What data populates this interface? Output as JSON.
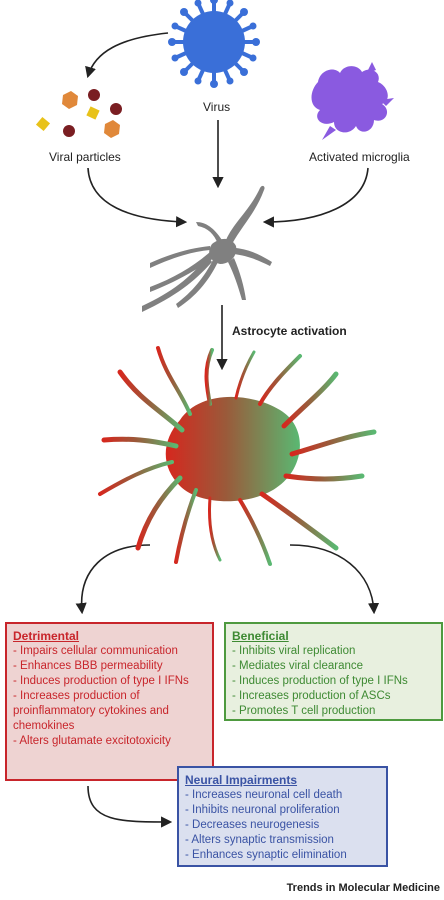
{
  "labels": {
    "virus": "Virus",
    "viral_particles": "Viral particles",
    "activated_microglia": "Activated microglia",
    "astrocyte_activation": "Astrocyte activation"
  },
  "detrimental": {
    "title": "Detrimental",
    "items": [
      "- Impairs cellular communication",
      "- Enhances BBB permeability",
      "- Induces production of type I IFNs",
      "- Increases production of",
      "proinflammatory cytokines and",
      "chemokines",
      "- Alters glutamate excitotoxicity"
    ]
  },
  "beneficial": {
    "title": "Beneficial",
    "items": [
      "- Inhibits viral replication",
      "- Mediates viral clearance",
      "- Induces production of type I IFNs",
      "- Increases production of ASCs",
      "- Promotes T cell production"
    ]
  },
  "neural": {
    "title": "Neural Impairments",
    "items": [
      "- Increases neuronal cell death",
      "- Inhibits neuronal proliferation",
      "- Decreases neurogenesis",
      "- Alters synaptic transmission",
      "- Enhances synaptic elimination"
    ]
  },
  "footer": {
    "brand": "Trends in Molecular Medicine"
  },
  "colors": {
    "virus": "#3a6fd8",
    "microglia": "#8a5ae0",
    "particle_orange": "#e0883a",
    "particle_dark": "#7a1e22",
    "particle_yellow": "#e8c21a",
    "astrocyte_resting": "#808080",
    "detrimental": "#c8252b",
    "beneficial": "#4e9a3f",
    "neural": "#3a53a4"
  },
  "icons": {
    "virus": "virus-icon",
    "microglia": "microglia-icon",
    "particles": "viral-particles-icon",
    "resting_astrocyte": "resting-astrocyte-icon",
    "activated_astrocyte": "activated-astrocyte-icon"
  }
}
